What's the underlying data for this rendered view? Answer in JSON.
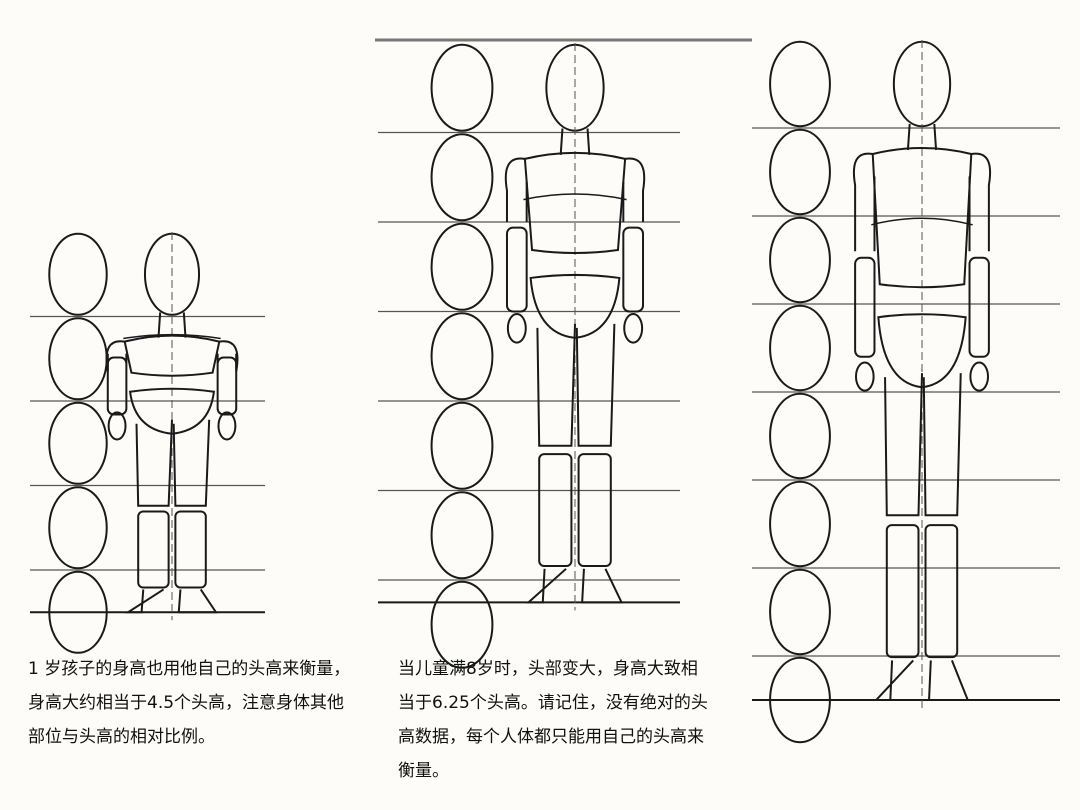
{
  "panels": [
    {
      "id": "one-year-old",
      "head_count": 4.5,
      "caption": [
        "1 岁孩子的身高也用他自己的头高来衡量，",
        "身高大约相当于4.5个头高，注意身体其他",
        "部位与头高的相对比例。"
      ]
    },
    {
      "id": "eight-year-old",
      "head_count": 6.25,
      "caption": [
        "当儿童满8岁时，头部变大，身高大致相",
        "当于6.25个头高。请记住，没有绝对的头",
        "高数据，每个人体都只能用自己的头高来",
        "衡量。"
      ]
    },
    {
      "id": "older-child",
      "head_count": 7.5,
      "caption": []
    }
  ],
  "colors": {
    "ink": "#1a1a1a",
    "guide": "#555555",
    "background": "#fdfcf8"
  }
}
